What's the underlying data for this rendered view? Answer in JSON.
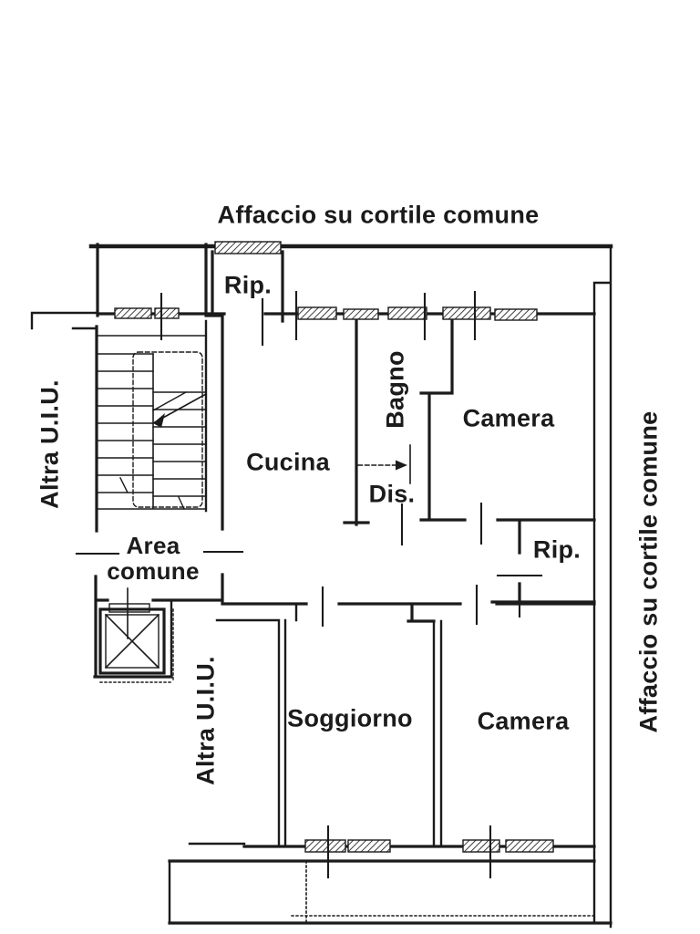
{
  "edge_labels": {
    "top": "Affaccio su cortile comune",
    "right": "Affaccio su cortile comune",
    "left_upper": "Altra U.I.U.",
    "left_lower": "Altra U.I.U."
  },
  "rooms": {
    "rip_north": "Rip.",
    "cucina": "Cucina",
    "bagno": "Bagno",
    "dis": "Dis.",
    "camera_north": "Camera",
    "rip_east": "Rip.",
    "soggiorno": "Soggiorno",
    "camera_south": "Camera",
    "area_comune": "Area comune"
  },
  "colors": {
    "ink": "#1b1b1b",
    "paper": "#ffffff"
  }
}
